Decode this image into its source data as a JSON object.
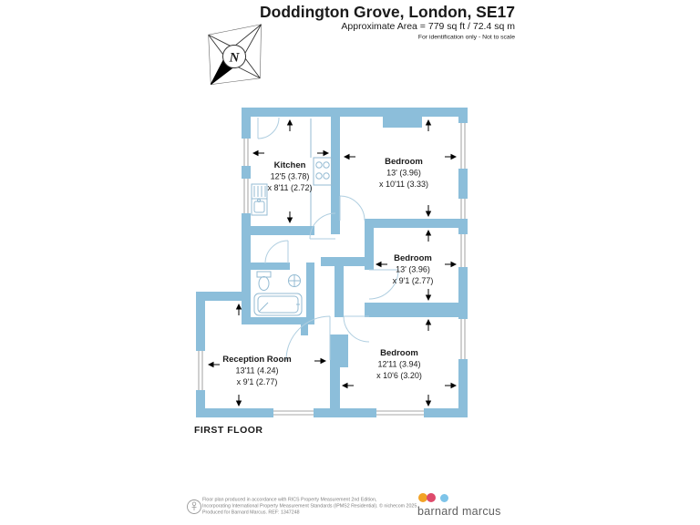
{
  "header": {
    "title": "Doddington Grove, London, SE17",
    "area_line": "Approximate Area = 779 sq ft / 72.4 sq m",
    "note": "For identification only - Not to scale"
  },
  "compass": {
    "north_label": "N"
  },
  "floor_label": "FIRST FLOOR",
  "rooms": [
    {
      "name": "Kitchen",
      "dim1": "12'5 (3.78)",
      "dim2": "x 8'11 (2.72)"
    },
    {
      "name": "Bedroom",
      "dim1": "13' (3.96)",
      "dim2": "x 10'11 (3.33)"
    },
    {
      "name": "Bedroom",
      "dim1": "13' (3.96)",
      "dim2": "x 9'1 (2.77)"
    },
    {
      "name": "Bedroom",
      "dim1": "12'11 (3.94)",
      "dim2": "x 10'6 (3.20)"
    },
    {
      "name": "Reception Room",
      "dim1": "13'11 (4.24)",
      "dim2": "x 9'1 (2.77)"
    }
  ],
  "footer": {
    "disclaimer_line1": "Floor plan produced in accordance with RICS Property Measurement 2nd Edition,",
    "disclaimer_line2": "Incorporating International Property Measurement Standards (IPMS2 Residential).   © nichecom 2025.",
    "disclaimer_line3": "Produced for Barnard Marcus.   REF: 1347248",
    "brand": "barnard marcus",
    "brand_dot_colors": [
      "#F2A226",
      "#DE4A6B",
      "#7EC4E9"
    ]
  },
  "colors": {
    "wall": "#8CBEDA",
    "text": "#1a1a1a",
    "fixtures": "#94BBD3"
  }
}
